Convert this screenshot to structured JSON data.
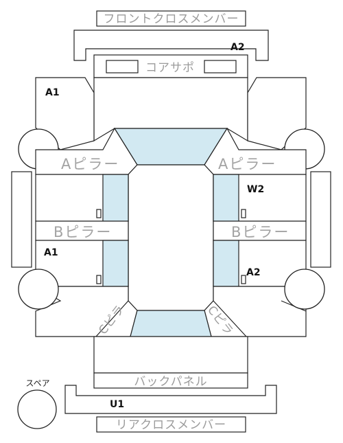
{
  "labels": {
    "front_cross_member": "フロントクロスメンバー",
    "core_support": "コアサポ",
    "a_pillar_left": "Aピラー",
    "a_pillar_right": "Aピラー",
    "b_pillar_left": "Bピラー",
    "b_pillar_right": "Bピラー",
    "back_panel": "バックパネル",
    "rear_cross_member": "リアクロスメンバー",
    "spare": "スペア",
    "c_pillar_left": "Cピラ",
    "c_pillar_right": "Cピラ"
  },
  "damage_codes": {
    "front_cross_member": "A2",
    "front_left_fender": "A1",
    "right_front_door": "W2",
    "left_rear_door": "A1",
    "right_rear_door": "A2",
    "rear_cross_member": "U1"
  },
  "colors": {
    "glass": "#d2e9f2",
    "outline": "#222222",
    "label_gray": "#9b9b9b"
  }
}
